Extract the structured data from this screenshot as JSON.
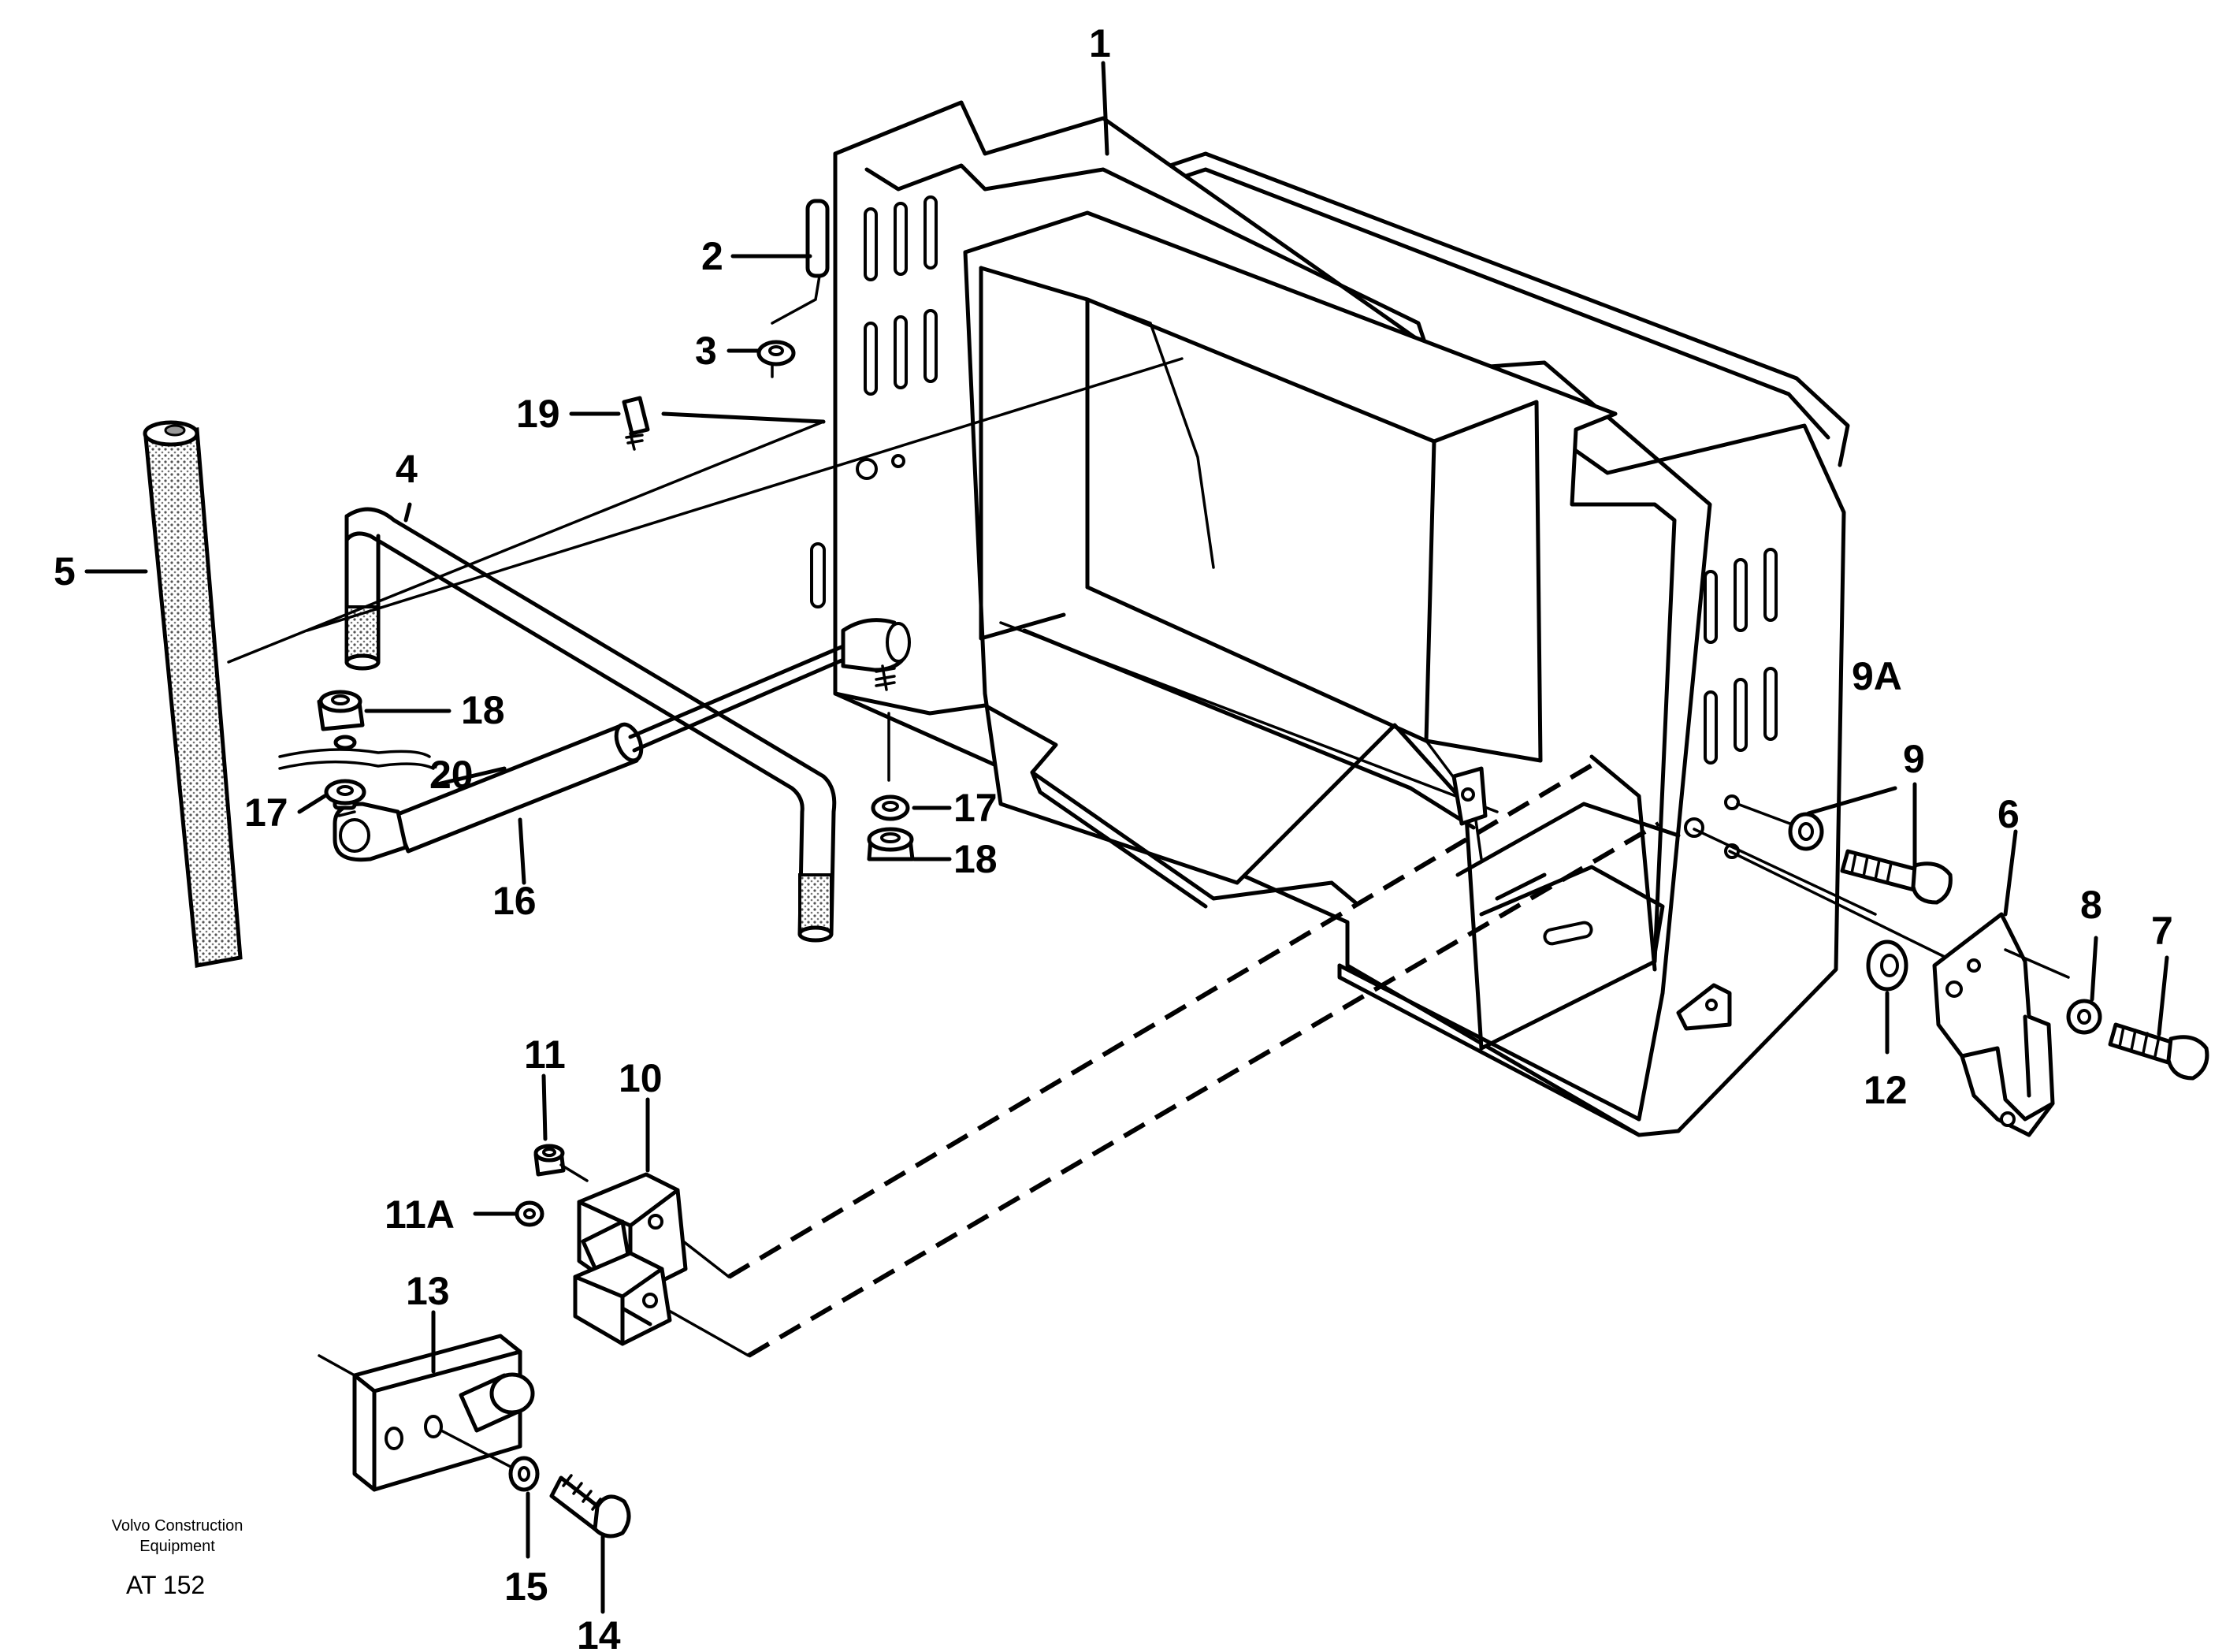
{
  "credit": {
    "line1": "Volvo Construction",
    "line2": "Equipment",
    "code": "AT 152"
  },
  "callouts": {
    "c1": "1",
    "c2": "2",
    "c3": "3",
    "c4": "4",
    "c5": "5",
    "c6": "6",
    "c7": "7",
    "c8": "8",
    "c9": "9",
    "c9a": "9A",
    "c10": "10",
    "c11": "11",
    "c11a": "11A",
    "c12": "12",
    "c13": "13",
    "c14": "14",
    "c15": "15",
    "c16": "16",
    "c17a": "17",
    "c17b": "17",
    "c18a": "18",
    "c18b": "18",
    "c19": "19",
    "c20": "20"
  }
}
